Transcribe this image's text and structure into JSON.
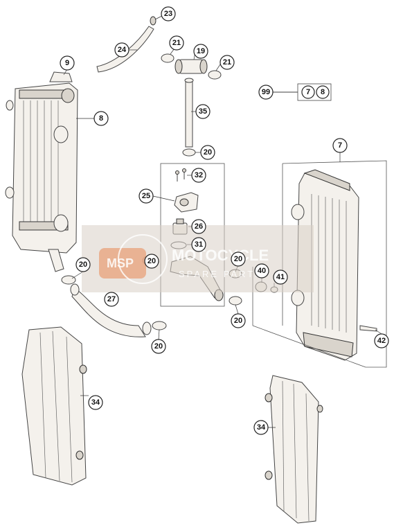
{
  "callouts": [
    {
      "id": "c23",
      "label": "23"
    },
    {
      "id": "c24",
      "label": "24"
    },
    {
      "id": "c9",
      "label": "9"
    },
    {
      "id": "c21a",
      "label": "21"
    },
    {
      "id": "c19",
      "label": "19"
    },
    {
      "id": "c21b",
      "label": "21"
    },
    {
      "id": "c99",
      "label": "99"
    },
    {
      "id": "c35",
      "label": "35"
    },
    {
      "id": "c8",
      "label": "8"
    },
    {
      "id": "c20a",
      "label": "20"
    },
    {
      "id": "c7",
      "label": "7"
    },
    {
      "id": "c32",
      "label": "32"
    },
    {
      "id": "c25",
      "label": "25"
    },
    {
      "id": "c26",
      "label": "26"
    },
    {
      "id": "c31",
      "label": "31"
    },
    {
      "id": "c20b",
      "label": "20"
    },
    {
      "id": "c20c",
      "label": "20"
    },
    {
      "id": "c40",
      "label": "40"
    },
    {
      "id": "c41",
      "label": "41"
    },
    {
      "id": "c20d",
      "label": "20"
    },
    {
      "id": "c27",
      "label": "27"
    },
    {
      "id": "c20e",
      "label": "20"
    },
    {
      "id": "c20f",
      "label": "20"
    },
    {
      "id": "c42",
      "label": "42"
    },
    {
      "id": "c34a",
      "label": "34"
    },
    {
      "id": "c34b",
      "label": "34"
    }
  ],
  "set_box": {
    "label_a": "7",
    "label_b": "8"
  },
  "watermark": {
    "line1": "MOTOCYCLE",
    "line2": "SPARE PARTS",
    "logo": "MSP"
  },
  "colors": {
    "watermark_bg": "#d8cfc7",
    "watermark_logo": "#e8a07a"
  }
}
